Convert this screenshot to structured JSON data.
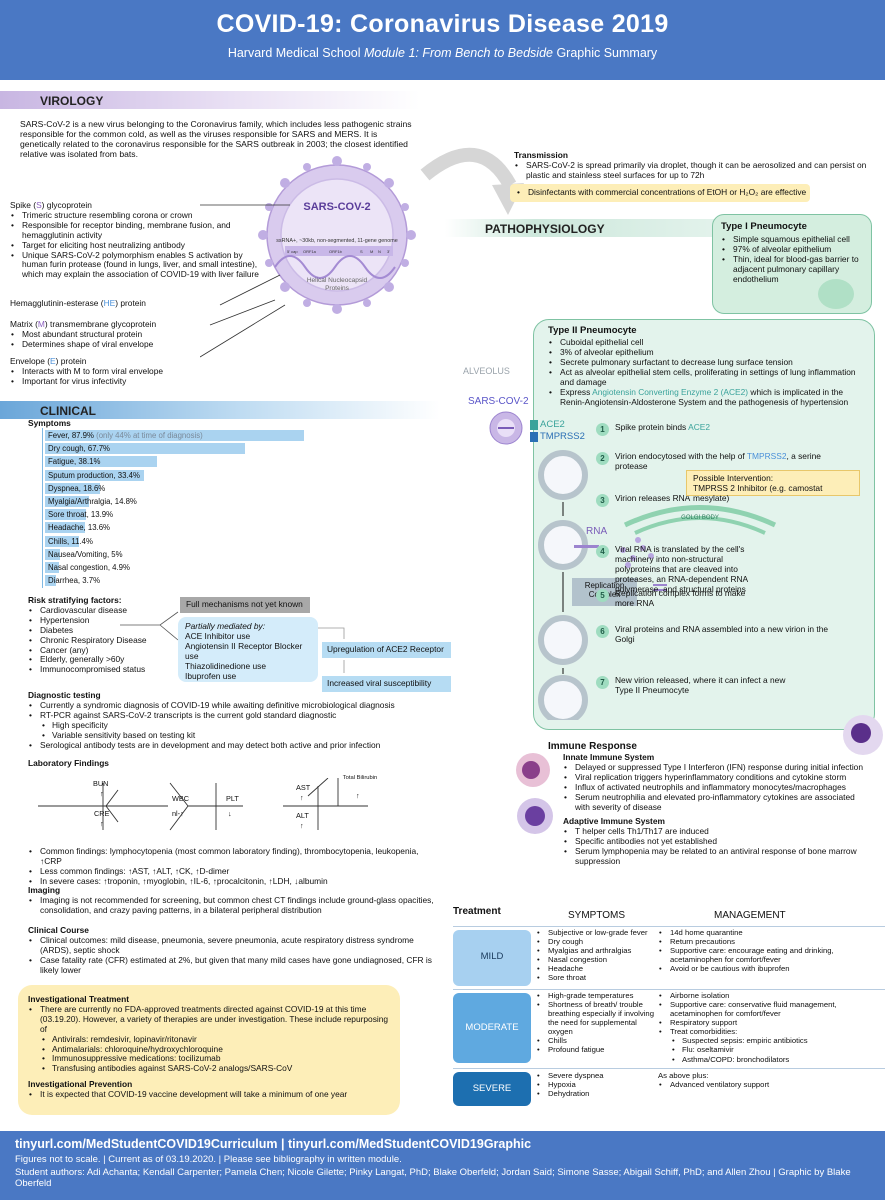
{
  "header": {
    "title": "COVID-19: Coronavirus Disease 2019",
    "subtitle_pre": "Harvard Medical School ",
    "subtitle_italic": "Module 1: From Bench to Bedside",
    "subtitle_post": " Graphic Summary"
  },
  "virology": {
    "heading": "VIROLOGY",
    "intro": "SARS-CoV-2 is a new virus belonging to the Coronavirus family, which includes less pathogenic strains responsible for the common cold, as well as the viruses responsible for SARS and MERS. It is genetically related to the coronavirus responsible for the SARS outbreak in 2003; the closest identified relative was isolated from bats.",
    "spike": {
      "title_pre": "Spike (",
      "letter": "S",
      "title_post": ") glycoprotein",
      "items": [
        "Trimeric structure resembling corona or crown",
        "Responsible for receptor binding, membrane fusion, and hemagglutinin activity",
        "Target for eliciting host neutralizing antibody",
        "Unique SARS-CoV-2 polymorphism enables S activation by human furin protease (found in lungs, liver, and small intestine), which may explain the association of COVID-19 with liver failure"
      ]
    },
    "he": {
      "title_pre": "Hemagglutinin-esterase (",
      "letter": "HE",
      "title_post": ") protein"
    },
    "matrix": {
      "title_pre": "Matrix (",
      "letter": "M",
      "title_post": ") transmembrane glycoprotein",
      "items": [
        "Most abundant structural protein",
        "Determines shape of viral envelope"
      ]
    },
    "envelope": {
      "title_pre": "Envelope (",
      "letter": "E",
      "title_post": ") protein",
      "items": [
        "Interacts with M to form viral envelope",
        "Important for virus infectivity"
      ]
    },
    "virus_label": "SARS-COV-2",
    "genome_label": "ssRNA+, ~30kb, non-segmented, 11-gene genome",
    "genome_parts": [
      "5' cap",
      "ORF1a",
      "ORF1b",
      "S",
      "M",
      "N",
      "3'"
    ],
    "nucleocapsid_label": "Helical Nucleocapsid Proteins"
  },
  "transmission": {
    "title": "Transmission",
    "item": "SARS-CoV-2 is spread primarily via droplet, though it can be aerosolized and can persist on plastic and stainless steel surfaces for up to 72h",
    "disinfect": "Disinfectants with commercial concentrations of EtOH or H₂O₂ are effective"
  },
  "clinical": {
    "heading": "CLINICAL",
    "symptoms_title": "Symptoms",
    "symptoms": [
      {
        "label": "Fever, 87.9%",
        "note": " (only 44% at time of diagnosis)",
        "value": 87.9
      },
      {
        "label": "Dry cough, 67.7%",
        "note": "",
        "value": 67.7
      },
      {
        "label": "Fatigue, 38.1%",
        "note": "",
        "value": 38.1
      },
      {
        "label": "Sputum production, 33.4%",
        "note": "",
        "value": 33.4
      },
      {
        "label": "Dyspnea, 18.6%",
        "note": "",
        "value": 18.6
      },
      {
        "label": "Myalgia/Arthralgia, 14.8%",
        "note": "",
        "value": 14.8
      },
      {
        "label": "Sore throat, 13.9%",
        "note": "",
        "value": 13.9
      },
      {
        "label": "Headache, 13.6%",
        "note": "",
        "value": 13.6
      },
      {
        "label": "Chills, 11.4%",
        "note": "",
        "value": 11.4
      },
      {
        "label": "Nausea/Vomiting, 5%",
        "note": "",
        "value": 5
      },
      {
        "label": "Nasal congestion, 4.9%",
        "note": "",
        "value": 4.9
      },
      {
        "label": "Diarrhea, 3.7%",
        "note": "",
        "value": 3.7
      }
    ],
    "risk_title": "Risk stratifying factors:",
    "risk_items": [
      "Cardiovascular disease",
      "Hypertension",
      "Diabetes",
      "Chronic Respiratory Disease",
      "Cancer (any)",
      "Elderly, generally >60y",
      "Immunocompromised status"
    ],
    "mechanisms_label": "Full mechanisms not yet known",
    "partial_title": "Partially mediated by:",
    "partial_items": [
      "ACE Inhibitor use",
      "Angiotensin II Receptor Blocker use",
      "Thiazolidinedione use",
      "Ibuprofen use"
    ],
    "upregulation_label": "Upregulation of ACE2 Receptor",
    "susceptibility_label": "Increased viral susceptibility",
    "diag_title": "Diagnostic testing",
    "diag_items": [
      "Currently a syndromic diagnosis of COVID-19 while awaiting definitive microbiological diagnosis",
      "RT-PCR against SARS-CoV-2 transcripts is the current gold standard diagnostic"
    ],
    "diag_sub": [
      "High specificity",
      "Variable sensitivity based on testing kit"
    ],
    "diag_last": "Serological antibody tests are in development and may detect both active and prior infection",
    "lab_title": "Laboratory Findings",
    "lab": {
      "bun": "BUN",
      "bun_arrow": "↑",
      "cre": "CRE",
      "cre_arrow": "↑",
      "wbc": "WBC",
      "wbc_val": "nl-↑",
      "plt": "PLT",
      "plt_arrow": "↓",
      "ast": "AST",
      "ast_arrow": "↑",
      "alt": "ALT",
      "alt_arrow": "↑",
      "tbili": "Total Bilirubin",
      "tbili_arrow": "↑"
    },
    "lab_items": [
      "Common findings: lymphocytopenia (most common laboratory finding), thrombocytopenia, leukopenia, ↑CRP",
      "Less common findings: ↑AST, ↑ALT, ↑CK, ↑D-dimer",
      "In severe cases: ↑troponin, ↑myoglobin, ↑IL-6, ↑procalcitonin, ↑LDH, ↓albumin"
    ],
    "imaging_title": "Imaging",
    "imaging_item": "Imaging is not recommended for screening, but common chest CT findings include ground-glass opacities, consolidation, and crazy paving patterns, in a bilateral peripheral distribution",
    "course_title": "Clinical Course",
    "course_items": [
      "Clinical outcomes: mild disease, pneumonia, severe pneumonia, acute respiratory distress syndrome (ARDS), septic shock",
      "Case fatality rate (CFR) estimated at 2%, but given that many mild cases have gone undiagnosed, CFR is likely lower"
    ]
  },
  "investigational": {
    "treat_title": "Investigational Treatment",
    "treat_item": "There are currently no FDA-approved treatments directed against COVID-19 at this time (03.19.20). However, a variety of therapies are under investigation. These include repurposing of",
    "treat_sub": [
      "Antivirals: remdesivir, lopinavir/ritonavir",
      "Antimalarials: chloroquine/hydroxychloroquine",
      "Immunosuppressive medications: tocilizumab",
      "Transfusing antibodies against SARS-CoV-2 analogs/SARS-CoV"
    ],
    "prev_title": "Investigational Prevention",
    "prev_item": "It is expected that COVID-19 vaccine development will take a minimum of one year"
  },
  "patho": {
    "heading": "PATHOPHYSIOLOGY",
    "type1_title": "Type I Pneumocyte",
    "type1_items": [
      "Simple squamous epithelial cell",
      "97% of alveolar epithelium",
      "Thin, ideal for blood-gas barrier to adjacent pulmonary capillary endothelium"
    ],
    "type2_title": "Type II Pneumocyte",
    "type2_items": [
      "Cuboidal epithelial cell",
      "3% of alveolar epithelium",
      "Secrete pulmonary surfactant to decrease lung surface tension",
      "Act as alveolar epithelial stem cells, proliferating in settings of lung inflammation and damage"
    ],
    "type2_ace_pre": "Express ",
    "type2_ace": "Angiotensin Converting Enzyme 2 (ACE2)",
    "type2_ace_post": " which is implicated in the Renin-Angiotensin-Aldosterone System and the pathogenesis of hypertension",
    "alveolus": "ALVEOLUS",
    "virus": "SARS-COV-2",
    "ace2": "ACE2",
    "tmprss2": "TMPRSS2",
    "steps": [
      {
        "n": "1",
        "pre": "Spike protein binds ",
        "hl": "ACE2",
        "post": ""
      },
      {
        "n": "2",
        "pre": "Virion endocytosed with the help of ",
        "hl": "TMPRSS2",
        "post": ", a serine protease"
      },
      {
        "n": "3",
        "pre": "Virion releases RNA",
        "hl": "",
        "post": ""
      },
      {
        "n": "4",
        "pre": "Viral RNA is translated by the cell's machinery into non-structural polyproteins that are cleaved into proteases, an RNA-dependent RNA polymerase, and structural proteins",
        "hl": "",
        "post": ""
      },
      {
        "n": "5",
        "pre": "Replication complex forms to make more RNA",
        "hl": "",
        "post": ""
      },
      {
        "n": "6",
        "pre": "Viral proteins and RNA assembled into a new virion in the Golgi",
        "hl": "",
        "post": ""
      },
      {
        "n": "7",
        "pre": "New virion released, where it can infect a new Type II Pneumocyte",
        "hl": "",
        "post": ""
      }
    ],
    "possible_title": "Possible Intervention:",
    "possible_text": "TMPRSS 2 Inhibitor (e.g. camostat mesylate)",
    "golgi": "GOLGI BODY",
    "rna": "RNA",
    "replication": "Replication Complex"
  },
  "immune": {
    "title": "Immune Response",
    "innate_title": "Innate Immune System",
    "innate_items": [
      "Delayed or suppressed  Type I Interferon (IFN) response during initial infection",
      "Viral replication triggers hyperinflammatory conditions and cytokine storm",
      "Influx of activated neutrophils and inflammatory monocytes/macrophages",
      "Serum neutrophilia and elevated pro-inflammatory cytokines are associated with severity of disease"
    ],
    "adaptive_title": "Adaptive Immune System",
    "adaptive_items": [
      "T helper cells Th1/Th17 are induced",
      "Specific antibodies not yet established",
      "Serum lymphopenia may be related to an antiviral response of bone marrow suppression"
    ]
  },
  "treatment": {
    "title": "Treatment",
    "col_symptoms": "SYMPTOMS",
    "col_management": "MANAGEMENT",
    "rows": [
      {
        "label": "MILD",
        "symptoms": [
          "Subjective or low-grade fever",
          "Dry cough",
          "Myalgias and arthralgias",
          "Nasal congestion",
          "Headache",
          "Sore throat"
        ],
        "management": [
          "14d home quarantine",
          "Return precautions",
          "Supportive care: encourage eating and drinking, acetaminophen for comfort/fever",
          "Avoid or be cautious with ibuprofen"
        ],
        "management_sub": []
      },
      {
        "label": "MODERATE",
        "symptoms": [
          "High-grade temperatures",
          "Shortness of breath/ trouble breathing especially if involving the need for supplemental oxygen",
          "Chills",
          "Profound fatigue"
        ],
        "management": [
          "Airborne isolation",
          "Supportive care: conservative fluid management, acetaminophen for comfort/fever",
          "Respiratory support",
          "Treat comorbidities:"
        ],
        "management_sub": [
          "Suspected sepsis: empiric antibiotics",
          "Flu: oseltamivir",
          "Asthma/COPD: bronchodilators"
        ]
      },
      {
        "label": "SEVERE",
        "symptoms": [
          "Severe dyspnea",
          "Hypoxia",
          "Dehydration"
        ],
        "management_pre": "As above plus:",
        "management": [
          "Advanced ventilatory support"
        ],
        "management_sub": []
      }
    ]
  },
  "footer": {
    "links": "tinyurl.com/MedStudentCOVID19Curriculum | tinyurl.com/MedStudentCOVID19Graphic",
    "notes": "Figures not to scale. | Current as of 03.19.2020. | Please see bibliography in written module.",
    "authors": "Student authors: Adi Achanta; Kendall Carpenter; Pamela Chen; Nicole Gilette; Pinky Langat, PhD; Blake Oberfeld; Jordan Said; Simone Sasse; Abigail Schiff, PhD; and Allen Zhou | Graphic by Blake Oberfeld"
  },
  "colors": {
    "header": "#4a78c4",
    "virology": "#c8b6e2",
    "clinical": "#6aa6d9",
    "patho_panel": "#e3f3ec",
    "mild": "#a7d0f0",
    "moderate": "#5fa9e0",
    "severe": "#1d6fb0"
  }
}
